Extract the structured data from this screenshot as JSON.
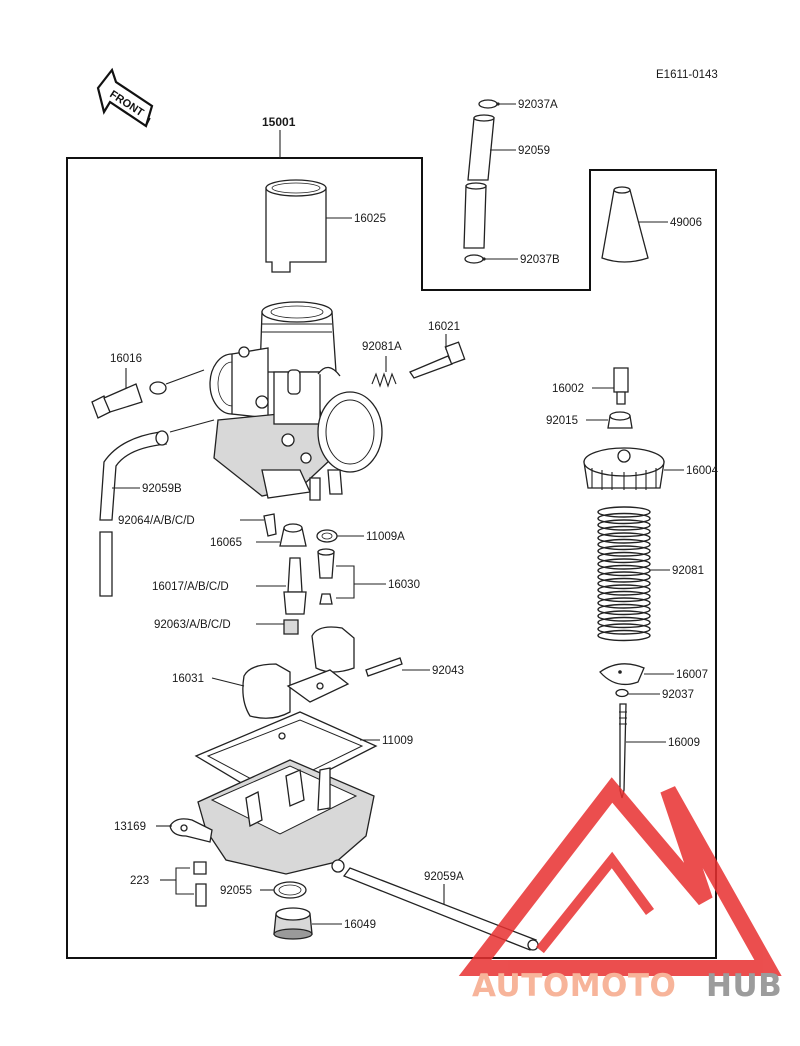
{
  "diagram_code": "E1611-0143",
  "front_label": "FRONT",
  "assembly_number": "15001",
  "labels": {
    "p92037A": "92037A",
    "p92059": "92059",
    "p92037B": "92037B",
    "p49006": "49006",
    "p16025": "16025",
    "p16021": "16021",
    "p92081A": "92081A",
    "p16016": "16016",
    "p16002": "16002",
    "p92015": "92015",
    "p16004": "16004",
    "p92059B": "92059B",
    "p92064": "92064/A/B/C/D",
    "p16065": "16065",
    "p11009A": "11009A",
    "p16017": "16017/A/B/C/D",
    "p16030": "16030",
    "p92063": "92063/A/B/C/D",
    "p92081": "92081",
    "p92043": "92043",
    "p16031": "16031",
    "p16007": "16007",
    "p92037": "92037",
    "p11009": "11009",
    "p16009": "16009",
    "p13169": "13169",
    "p223": "223",
    "p92055": "92055",
    "p92059A": "92059A",
    "p16049": "16049"
  },
  "watermark": {
    "part1": "AUTOMOTO",
    "part2": "HUB",
    "color1": "#f7b49a",
    "color2": "#9c9c9c",
    "logo_color": "#e83030"
  }
}
